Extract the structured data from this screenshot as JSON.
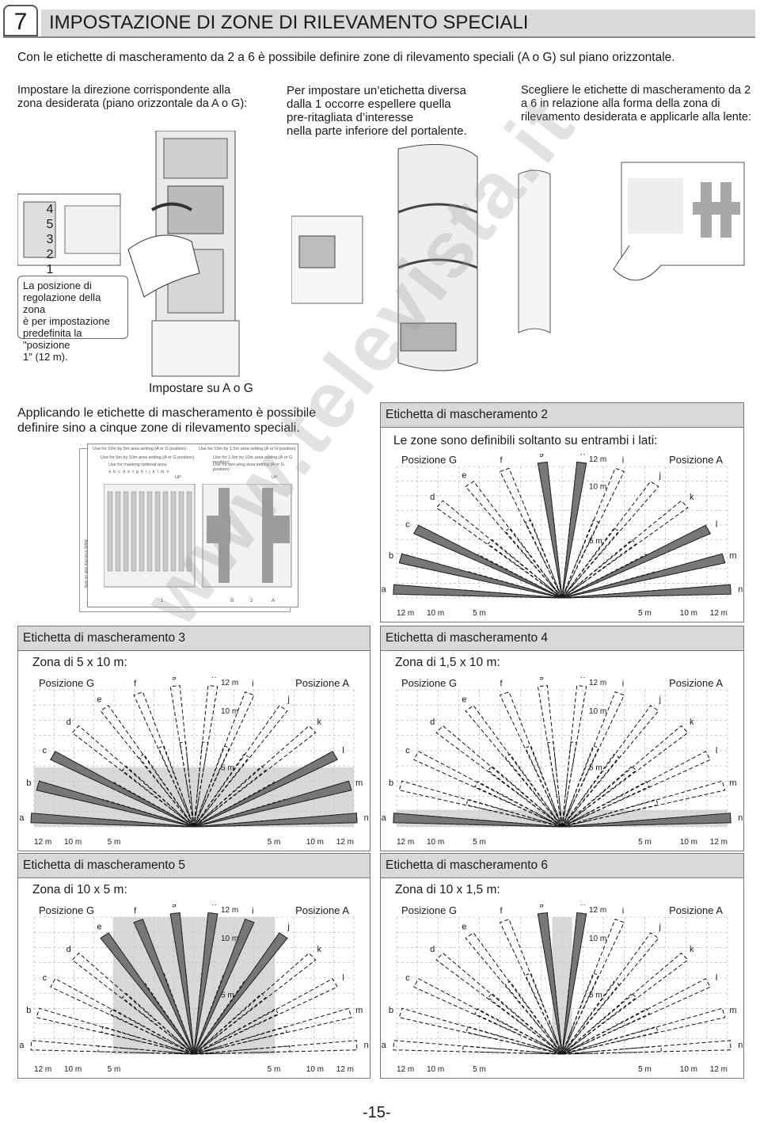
{
  "header": {
    "number": "7",
    "title": "IMPOSTAZIONE DI ZONE DI RILEVAMENTO SPECIALI"
  },
  "intro": "Con le etichette di mascheramento da 2 a 6 è possibile definire zone di rilevamento speciali (A o G) sul piano orizzontale.",
  "col1": {
    "l1": "Impostare la direzione corrispondente alla",
    "l2": "zona desiderata (piano orizzontale da A o G):"
  },
  "col2": {
    "l1": "Per impostare un’etichetta diversa",
    "l2": "dalla 1 occorre espellere quella",
    "l3": "pre-ritagliata d’interesse",
    "l4": "nella parte inferiore del portalente."
  },
  "col3": {
    "l1": "Scegliere le etichette di mascheramento da 2",
    "l2": "a 6 in relazione alla forma della zona di",
    "l3": "rilevamento desiderata e applicarle alla lente:"
  },
  "note": {
    "l1": "La posizione di",
    "l2": "regolazione della zona",
    "l3": "è per impostazione",
    "l4": "predefinita la \"posizione",
    "l5": "1\" (12 m)."
  },
  "set_label": "Impostare su A o G",
  "applying": {
    "l1": "Applicando le etichette di mascheramento è possibile",
    "l2": "definire sino a cinque zone di rilevamento speciali."
  },
  "device": {
    "strip": [
      "4",
      "5",
      "3",
      "2",
      "1"
    ]
  },
  "sheet": {
    "l1": "Use for 10m by 5m area setting.(A or G position)",
    "l2": "Use for 5m by 10m area setting.(A or G position)",
    "l3": "Use for masking optional area.",
    "letters": "a  b  c  d  e  f  g  h  i  j  k  l  m  n",
    "up": "UP",
    "r1": "Use for 10m by 1.5m area setting.(A or G position)",
    "r2": "Use for 1.5m by 10m area setting.(A or G position)",
    "r3": "Use for two wing area setting.(A or G position)",
    "side": "Apply from this side on lens.",
    "n1": "1",
    "g": "G",
    "n2": "2",
    "a": "A"
  },
  "labels": {
    "posG": "Posizione G",
    "posA": "Posizione A",
    "m12": "12 m",
    "m10": "10 m",
    "m5": "5 m",
    "letters": [
      "a",
      "b",
      "c",
      "d",
      "e",
      "f",
      "g",
      "h",
      "i",
      "j",
      "k",
      "l",
      "m",
      "n"
    ]
  },
  "panels": [
    {
      "title": "Etichetta di mascheramento 2",
      "subtitle": "Le zone sono definibili soltanto su entrambi i lati:"
    },
    {
      "title": "Etichetta di mascheramento 3",
      "subtitle": "Zona di 5 x 10 m:"
    },
    {
      "title": "Etichetta di mascheramento 4",
      "subtitle": "Zona di 1,5 x 10 m:"
    },
    {
      "title": "Etichetta di mascheramento 5",
      "subtitle": "Zona di 10 x 5 m:"
    },
    {
      "title": "Etichetta di mascheramento 6",
      "subtitle": "Zona di 10 x 1,5 m:"
    }
  ],
  "page_number": "-15-",
  "watermark": "www.televista.it"
}
